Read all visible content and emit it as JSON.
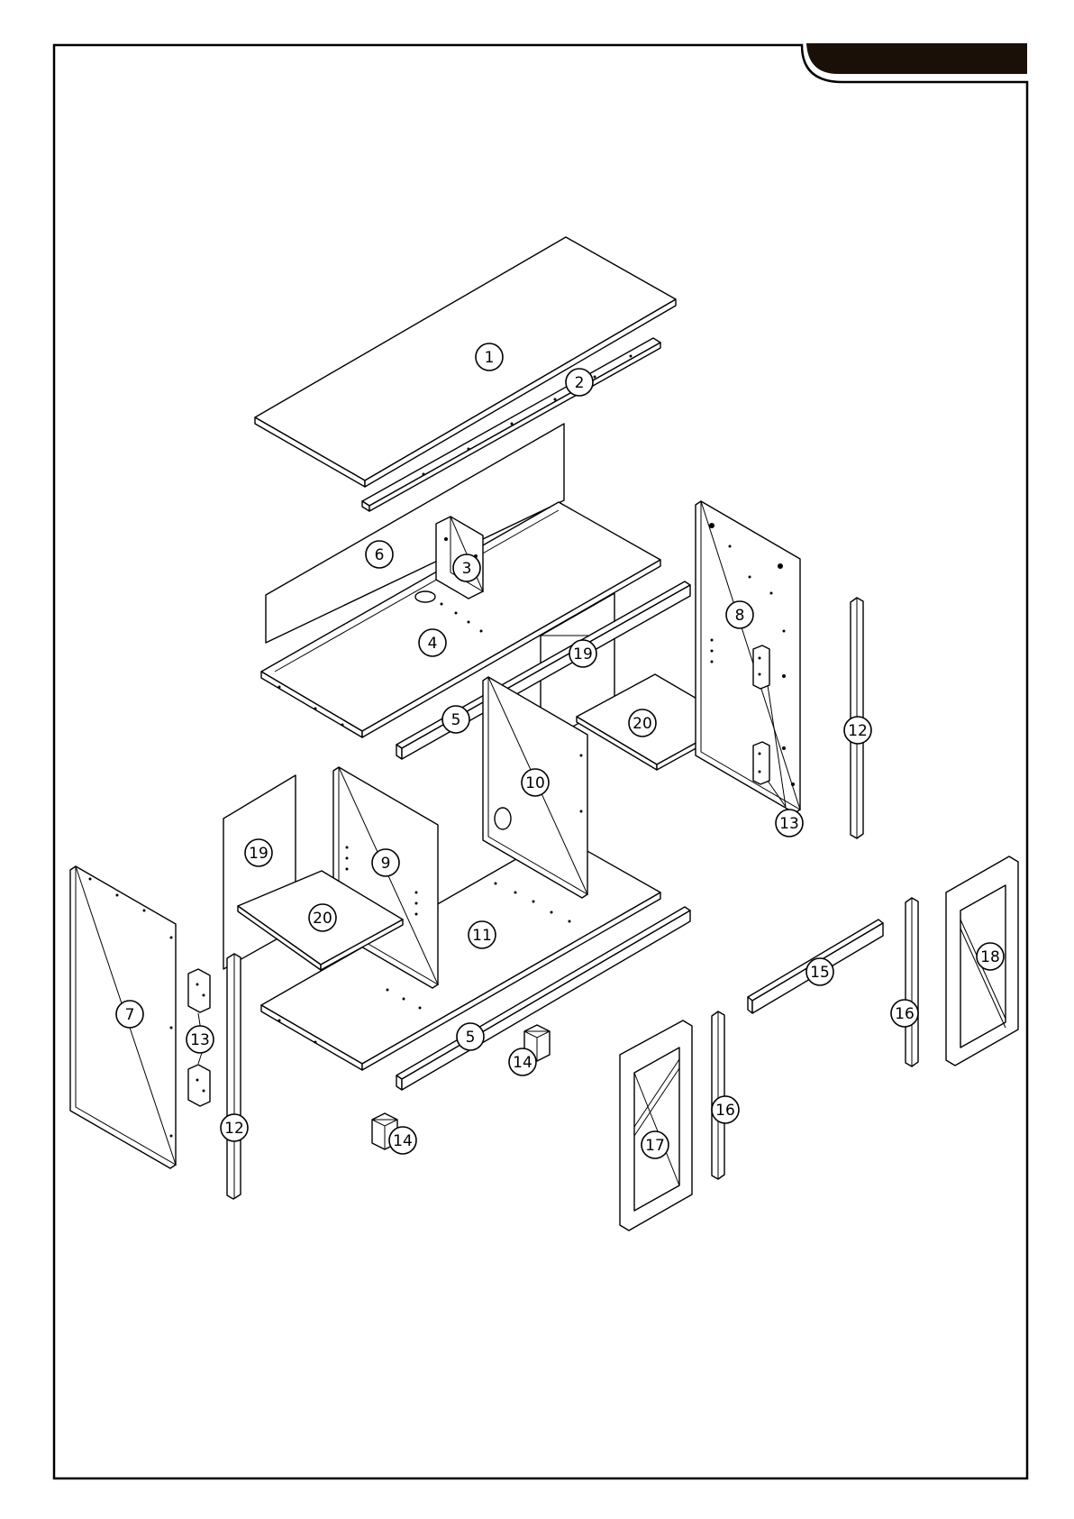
{
  "header_tab": {
    "color": "#1a1008",
    "label": ""
  },
  "frame": {
    "stroke_color": "#000000"
  },
  "parts": [
    {
      "id": "part-1",
      "label": "1"
    },
    {
      "id": "part-2",
      "label": "2"
    },
    {
      "id": "part-3",
      "label": "3"
    },
    {
      "id": "part-4",
      "label": "4"
    },
    {
      "id": "part-5-upper",
      "label": "5"
    },
    {
      "id": "part-5-lower",
      "label": "5"
    },
    {
      "id": "part-6",
      "label": "6"
    },
    {
      "id": "part-7",
      "label": "7"
    },
    {
      "id": "part-8",
      "label": "8"
    },
    {
      "id": "part-9",
      "label": "9"
    },
    {
      "id": "part-10",
      "label": "10"
    },
    {
      "id": "part-11",
      "label": "11"
    },
    {
      "id": "part-12-left",
      "label": "12"
    },
    {
      "id": "part-12-right",
      "label": "12"
    },
    {
      "id": "part-13-left",
      "label": "13"
    },
    {
      "id": "part-13-right",
      "label": "13"
    },
    {
      "id": "part-14-a",
      "label": "14"
    },
    {
      "id": "part-14-b",
      "label": "14"
    },
    {
      "id": "part-15",
      "label": "15"
    },
    {
      "id": "part-16-a",
      "label": "16"
    },
    {
      "id": "part-16-b",
      "label": "16"
    },
    {
      "id": "part-17",
      "label": "17"
    },
    {
      "id": "part-18",
      "label": "18"
    },
    {
      "id": "part-19-left",
      "label": "19"
    },
    {
      "id": "part-19-right",
      "label": "19"
    },
    {
      "id": "part-20-left",
      "label": "20"
    },
    {
      "id": "part-20-right",
      "label": "20"
    }
  ]
}
